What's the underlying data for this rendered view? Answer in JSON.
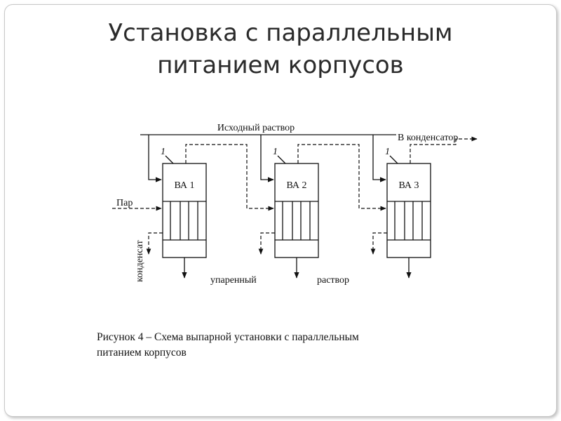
{
  "title": {
    "line1": "Установка с параллельным",
    "line2": "питанием корпусов"
  },
  "diagram": {
    "feed_label": "Исходный раствор",
    "condenser_label": "В конденсатор",
    "steam_label": "Пар",
    "condensate_label": "конденсат",
    "product_label_left": "упаренный",
    "product_label_right": "раствор",
    "units": [
      {
        "label": "ВА 1",
        "marker": "1"
      },
      {
        "label": "ВА 2",
        "marker": "1"
      },
      {
        "label": "ВА 3",
        "marker": "1"
      }
    ]
  },
  "caption": {
    "line1": "Рисунок 4 – Схема выпарной установки с параллельным",
    "line2": "питанием корпусов"
  }
}
